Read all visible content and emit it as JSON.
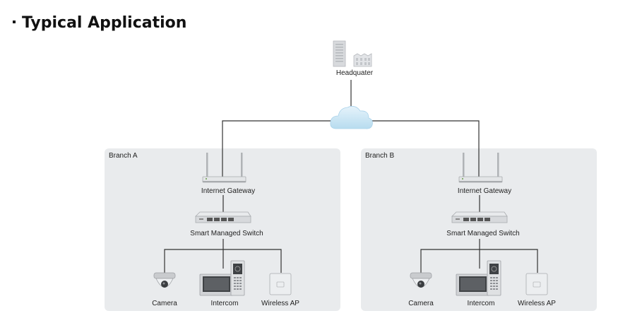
{
  "heading": "Typical Application",
  "headquarter": {
    "label": "Headquater"
  },
  "branches": [
    {
      "title": "Branch A",
      "gateway": "Internet Gateway",
      "switch": "Smart Managed Switch",
      "devices": {
        "camera": "Camera",
        "intercom": "Intercom",
        "ap": "Wireless AP"
      }
    },
    {
      "title": "Branch B",
      "gateway": "Internet Gateway",
      "switch": "Smart Managed Switch",
      "devices": {
        "camera": "Camera",
        "intercom": "Intercom",
        "ap": "Wireless AP"
      }
    }
  ]
}
